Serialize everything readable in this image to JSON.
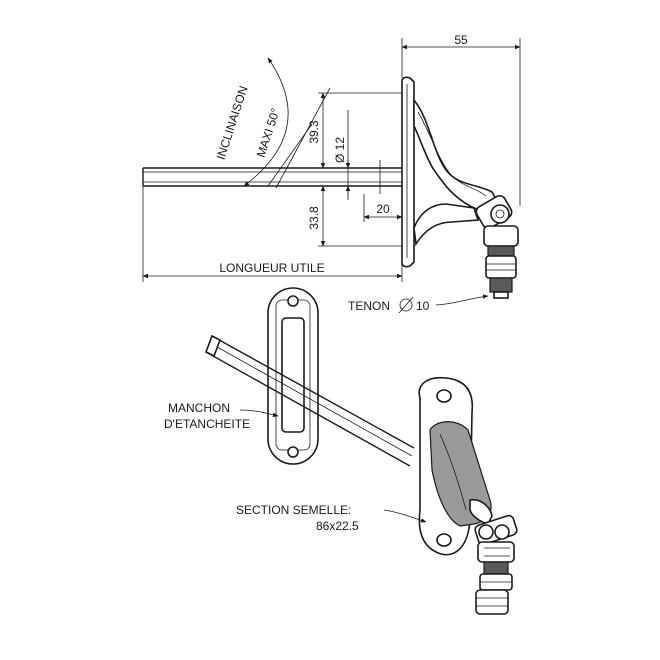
{
  "dimensions": {
    "width_55": "55",
    "height_39_3": "39.3",
    "diameter_12": "Ø 12",
    "height_33_8": "33.8",
    "length_20": "20",
    "inclinaison": "INCLINAISON",
    "maxi": "MAXI 50°",
    "longueur_utile": "LONGUEUR UTILE"
  },
  "labels": {
    "tenon": "TENON",
    "tenon_diam": "10",
    "manchon_1": "MANCHON",
    "manchon_2": "D'ETANCHEITE",
    "section_1": "SECTION SEMELLE:",
    "section_2": "86x22.5"
  },
  "colors": {
    "line": "#1a1a1a",
    "shade": "#9a9a9a",
    "dark": "#5a5a5a"
  }
}
